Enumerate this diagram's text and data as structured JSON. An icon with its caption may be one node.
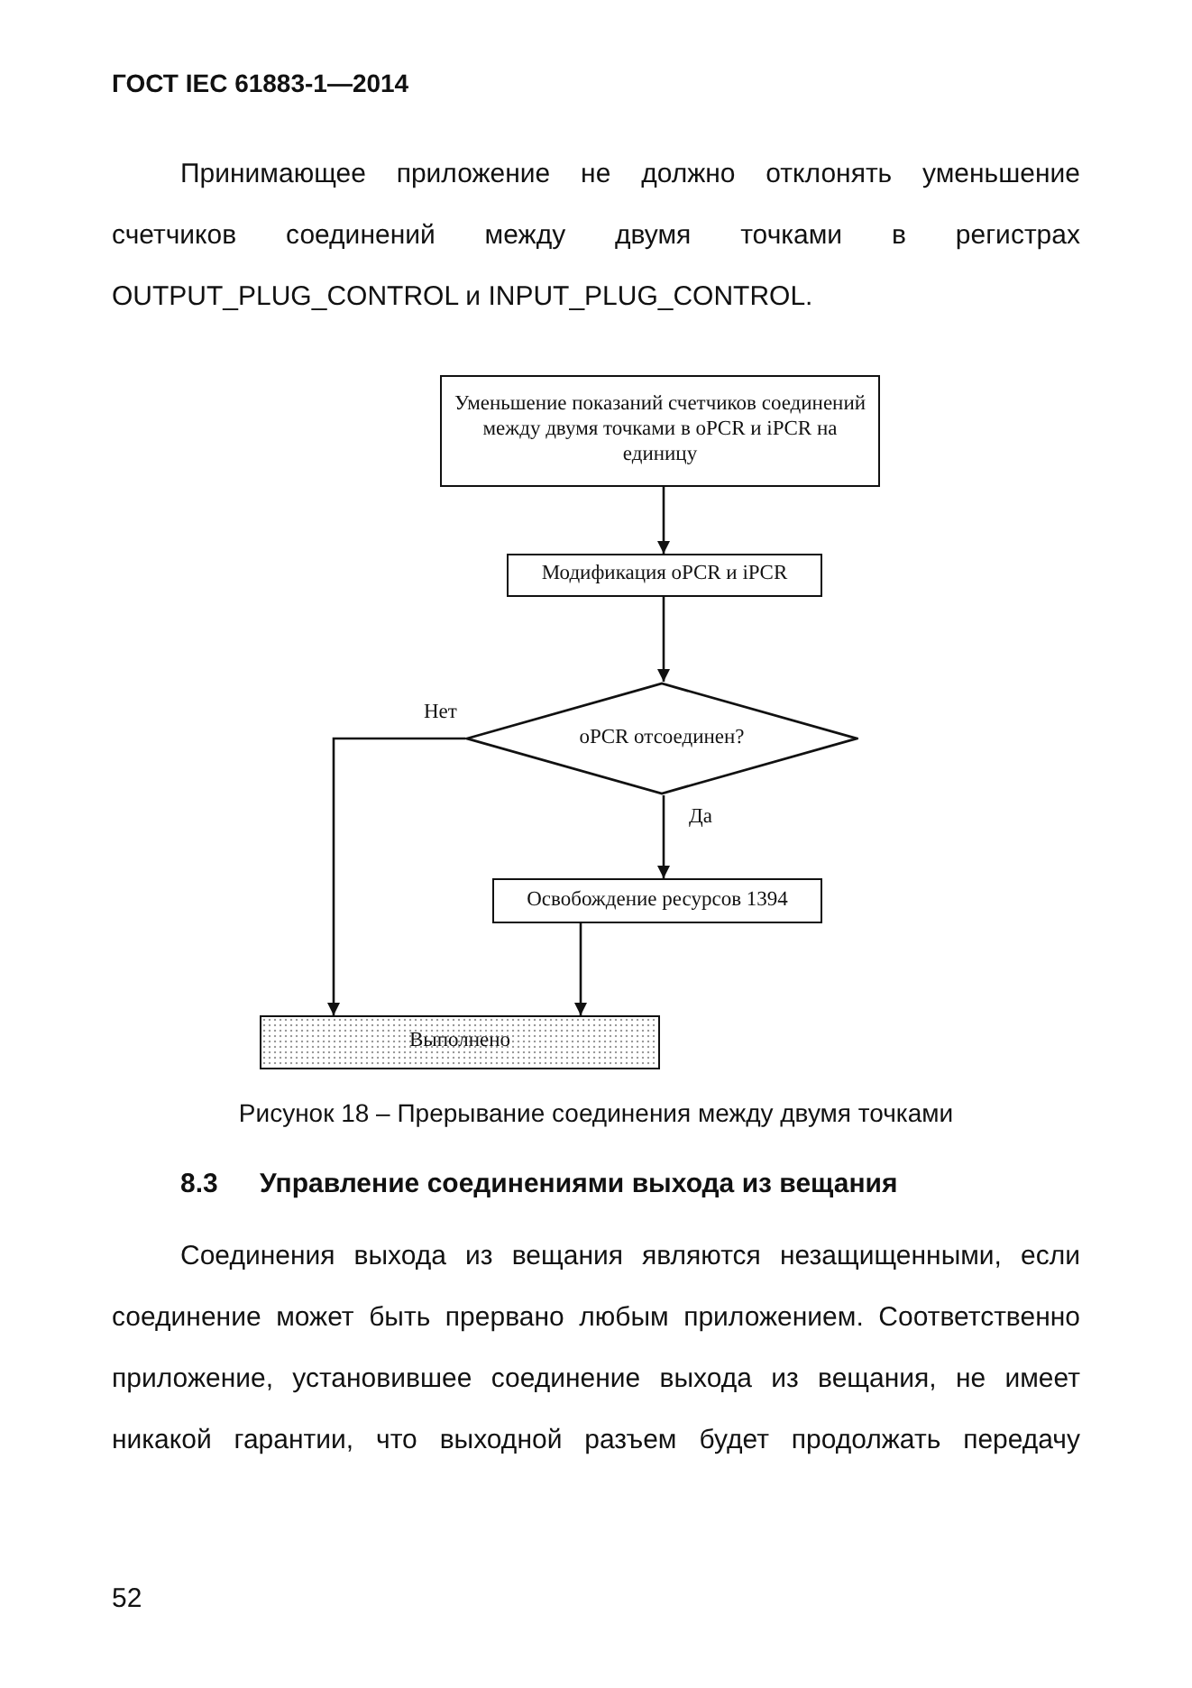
{
  "diagram": {
    "caption": "Рисунок 18 – Прерывание соединения между двумя точками",
    "nodes": [
      {
        "text": [
          "Уменьшение показаний счетчиков соединений между двумя точками в oPCR и iPCR на единицу"
        ]
      },
      {
        "text": [
          "Модификация oPCR и iPCR"
        ]
      },
      {
        "text": [
          "oPCR отсоединен?"
        ]
      },
      {
        "text": [
          "Освобождение ресурсов 1394"
        ]
      },
      {
        "text": [
          "Выполнено"
        ]
      }
    ],
    "edges": [
      {
        "from": 0,
        "to": 1,
        "arrow": "to"
      },
      {
        "from": 1,
        "to": 2,
        "arrow": "to"
      },
      {
        "from": 2,
        "to": 3,
        "arrow": "to",
        "label": "Да"
      },
      {
        "from": 2,
        "to": 4,
        "arrow": "to",
        "label": "Нет"
      },
      {
        "from": 3,
        "to": 4,
        "arrow": "to"
      }
    ],
    "labels": [
      "ГОСТ IEC 61883-1—2014",
      "Принимающее приложение не должно отклонять уменьшение счетчиков соединений между двумя точками в регистрах OUTPUT_PLUG_CONTROL и INPUT_PLUG_CONTROL.",
      "8.3",
      "Управление соединениями выхода из вещания",
      "Соединения выхода из вещания являются незащищенными, если соединение может быть прервано любым приложением. Соответственно приложение, установившее соединение выхода из вещания, не имеет никакой гарантии, что выходной разъем будет продолжать передачу",
      "52"
    ]
  }
}
